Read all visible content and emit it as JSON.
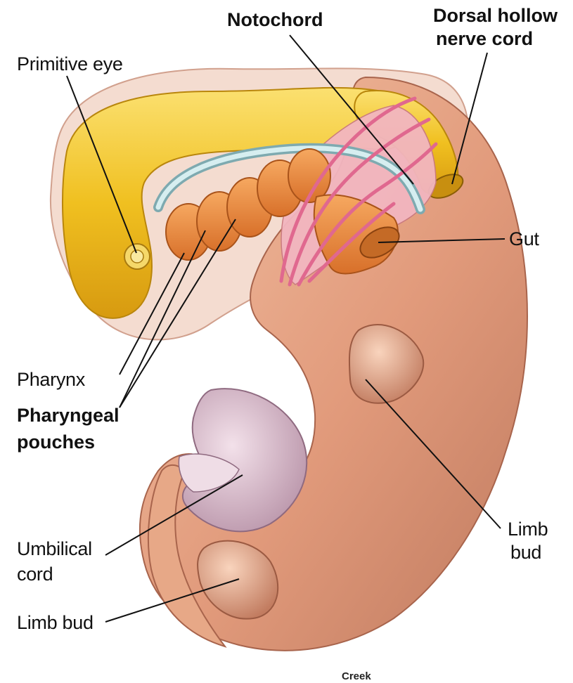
{
  "labels": {
    "notochord": "Notochord",
    "dorsal_line1": "Dorsal hollow",
    "dorsal_line2": "nerve cord",
    "primitive_eye": "Primitive eye",
    "gut": "Gut",
    "pharynx": "Pharynx",
    "pharyngeal_line1": "Pharyngeal",
    "pharyngeal_line2": "pouches",
    "limb_bud_right_line1": "Limb",
    "limb_bud_right_line2": "bud",
    "umbilical_line1": "Umbilical",
    "umbilical_line2": "cord",
    "limb_bud_bottom": "Limb bud"
  },
  "credit": "Creek",
  "colors": {
    "embryo_skin": "#e7a887",
    "embryo_skin_dark": "#b7735a",
    "neural_tube": "#f0c020",
    "pharyngeal_pouch": "#ec8a3a",
    "notochord": "#a9d0d3",
    "vessel_pink": "#e8769c",
    "umbilical": "#d8b5c8"
  }
}
